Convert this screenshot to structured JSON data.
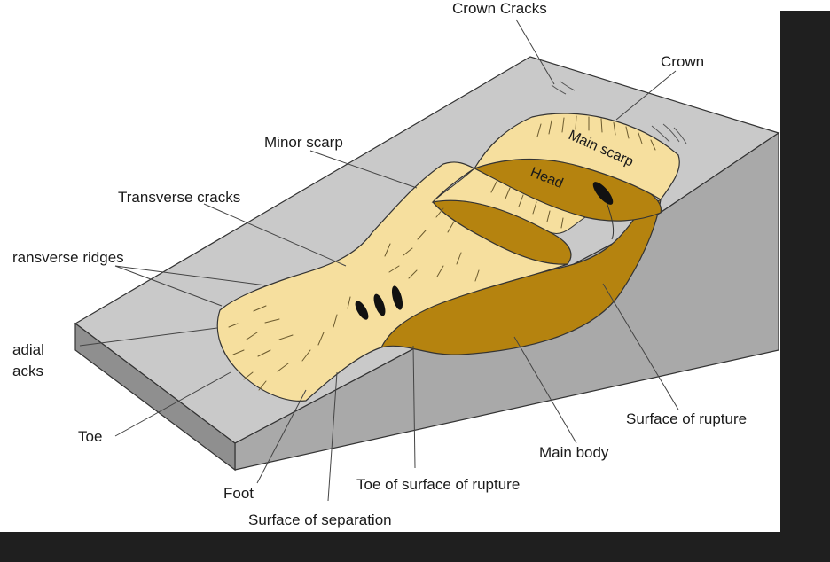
{
  "diagram": {
    "labels": {
      "crown_cracks": "Crown Cracks",
      "crown": "Crown",
      "minor_scarp": "Minor scarp",
      "main_scarp": "Main scarp",
      "head": "Head",
      "transverse_cracks": "Transverse cracks",
      "transverse_ridges": "ransverse ridges",
      "radial_cracks_line1": "adial",
      "radial_cracks_line2": "acks",
      "toe": "Toe",
      "foot": "Foot",
      "surface_of_separation": "Surface of separation",
      "toe_of_surface_of_rupture": "Toe of surface of rupture",
      "main_body": "Main body",
      "surface_of_rupture": "Surface of rupture"
    },
    "colors": {
      "slope_top": "#c9c9c9",
      "slope_side": "#a9a9a9",
      "slope_front": "#8f8f8f",
      "debris_light": "#f6df9e",
      "debris_dark": "#b5830f",
      "dark_panel": "#1f1f1f"
    }
  }
}
